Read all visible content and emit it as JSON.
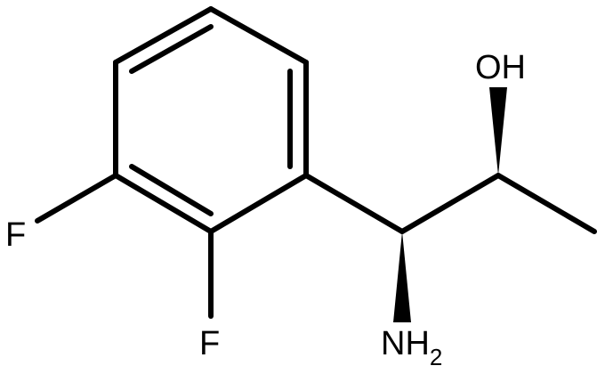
{
  "molecule": {
    "atoms": [
      {
        "id": "F1",
        "element": "F"
      },
      {
        "id": "F2",
        "element": "F"
      },
      {
        "id": "N",
        "element": "NH",
        "subscript": "2"
      },
      {
        "id": "O",
        "element": "OH"
      }
    ],
    "stereo_bonds": [
      "wedge-to-amine",
      "wedge-to-hydroxyl"
    ]
  }
}
